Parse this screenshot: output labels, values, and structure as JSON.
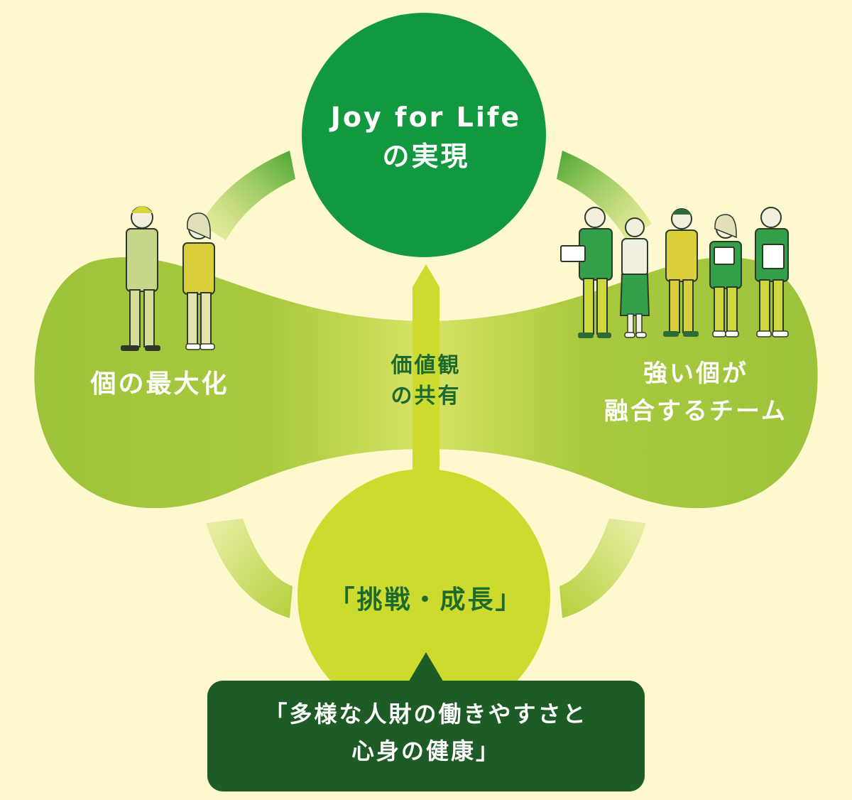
{
  "goal": {
    "title": "Joy for Life\nの実現"
  },
  "pillars": {
    "individual": "個の最大化",
    "values": "価値観\nの共有",
    "team": "強い個が\n融合するチーム",
    "challenge": "「挑戦・成長」"
  },
  "foundation": {
    "title": "「多様な人財の働きやすさと\n心身の健康」"
  },
  "colors": {
    "background": "#FDF8CD",
    "top_circle": "#12983F",
    "side_shape": "#9DC33B",
    "bottom_circle": "#CDDB2E",
    "foundation_box": "#1E5C27"
  },
  "icons": [
    "person-pair-illustration",
    "team-of-five-illustration",
    "up-arrow-icon"
  ]
}
